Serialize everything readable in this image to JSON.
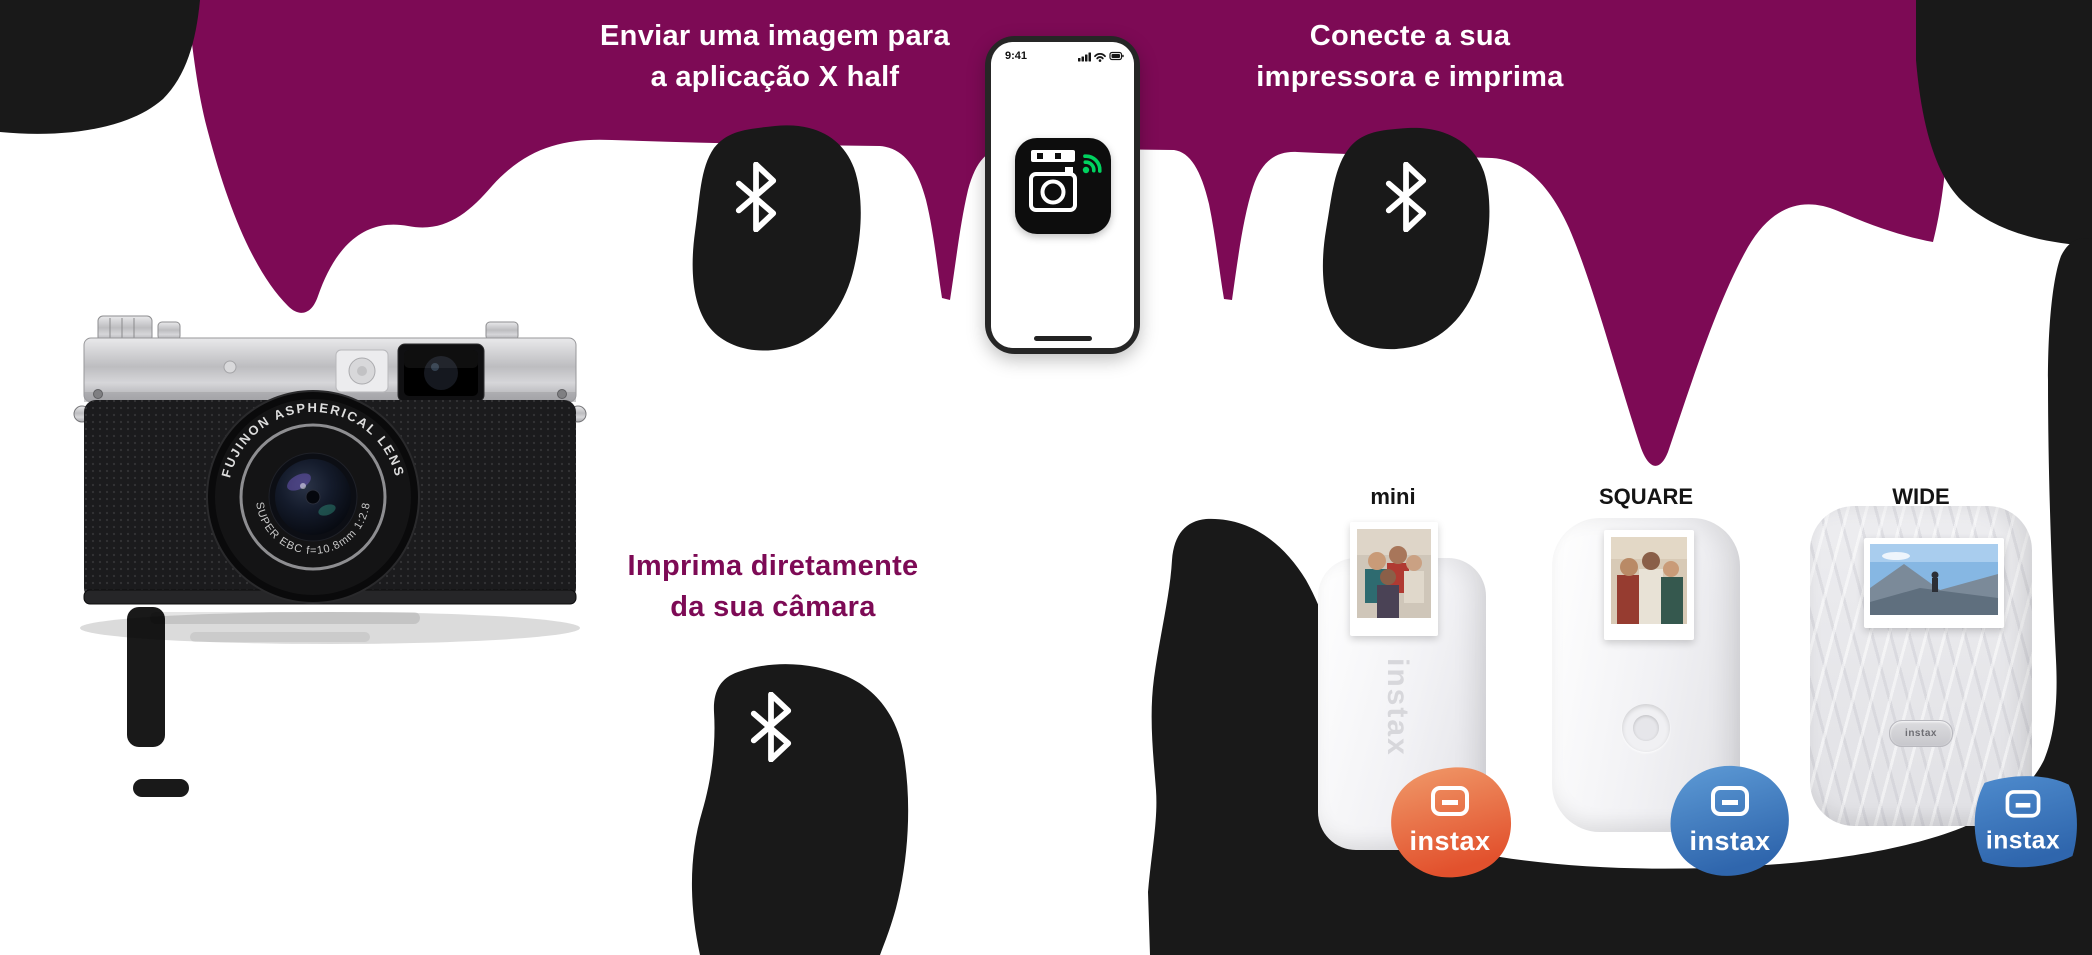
{
  "colors": {
    "accent": "#7D0A55",
    "ink": "#191919",
    "app_green": "#00D25F",
    "badge_orange_top": "#F09A6A",
    "badge_orange_bottom": "#E2512D",
    "badge_blue_top": "#5E9BD6",
    "badge_blue_bottom": "#2F66AD",
    "badge_blue2_top": "#4E8BCD",
    "badge_blue2_bottom": "#2F66AD"
  },
  "steps": {
    "send_to_app": {
      "line1": "Enviar uma imagem para",
      "line2": "a aplicação X half"
    },
    "connect_printer": {
      "line1": "Conecte a sua",
      "line2": "impressora e imprima"
    },
    "print_direct": {
      "line1": "Imprima diretamente",
      "line2": "da sua câmara"
    }
  },
  "phone": {
    "status_time": "9:41"
  },
  "camera": {
    "lens_brand_arc": "FUJINON ASPHERICAL LENS",
    "lens_spec_arc": "SUPER EBC f=10.8mm 1:2.8"
  },
  "printers": [
    {
      "label": "mini",
      "body_text": "instax",
      "logo_text": "instax"
    },
    {
      "label": "SQUARE",
      "logo_text": "instax"
    },
    {
      "label": "WIDE",
      "button_text": "instax",
      "logo_text": "instax"
    }
  ]
}
